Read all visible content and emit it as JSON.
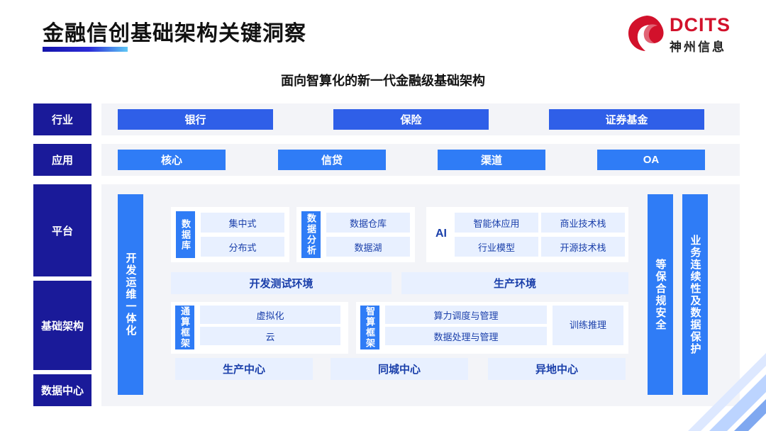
{
  "header": {
    "title": "金融信创基础架构关键洞察",
    "logo_text": "DCITS",
    "logo_sub": "神州信息",
    "logo_icon": "dcits-logo-icon"
  },
  "subtitle": "面向智算化的新一代金融级基础架构",
  "colors": {
    "navy": "#1a1a99",
    "blue": "#2f5fe8",
    "light_blue": "#2f7cf6",
    "panel": "#f3f4f8",
    "inner_blue": "#e8f0ff",
    "brand_red": "#d2112b"
  },
  "rows": {
    "industry": {
      "label": "行业",
      "items": [
        "银行",
        "保险",
        "证券基金"
      ]
    },
    "application": {
      "label": "应用",
      "items": [
        "核心",
        "信贷",
        "渠道",
        "OA"
      ]
    },
    "platform": {
      "label": "平台"
    },
    "infrastructure": {
      "label": "基础架构"
    },
    "datacenter": {
      "label": "数据中心"
    }
  },
  "left_pillar": "开发运维一体化",
  "right_pillars": {
    "compliance": "等保合规安全",
    "continuity": "业务连续性及数据保护"
  },
  "platform": {
    "database": {
      "label": "数据库",
      "items": [
        "集中式",
        "分布式"
      ]
    },
    "analytics": {
      "label": "数据分析",
      "items": [
        "数据仓库",
        "数据湖"
      ]
    },
    "ai": {
      "label": "AI",
      "items": [
        "智能体应用",
        "商业技术栈",
        "行业模型",
        "开源技术栈"
      ]
    },
    "environments": [
      "开发测试环境",
      "生产环境"
    ]
  },
  "infrastructure": {
    "general_compute": {
      "label": "通算框架",
      "items": [
        "虚拟化",
        "云"
      ]
    },
    "intelligent_compute": {
      "label": "智算框架",
      "items": [
        "算力调度与管理",
        "数据处理与管理"
      ],
      "side": "训练推理"
    }
  },
  "datacenter": {
    "items": [
      "生产中心",
      "同城中心",
      "异地中心"
    ]
  }
}
